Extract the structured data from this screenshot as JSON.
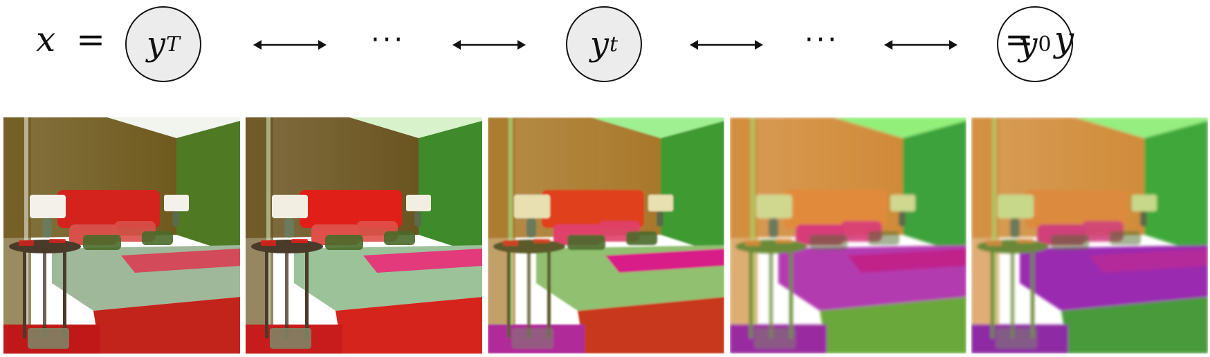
{
  "equation": {
    "left_var": "x",
    "left_eq": "=",
    "right_eq": "=",
    "right_var": "y"
  },
  "nodes": [
    {
      "base": "y",
      "sub": "T"
    },
    {
      "base": "y",
      "sub": "t"
    },
    {
      "base": "y",
      "sub": "0"
    }
  ],
  "ellipsis": "···",
  "panels": [
    {
      "stage": "photo",
      "wall": "#6f5a1e",
      "side_wall": "#4f7a23",
      "ceiling": "#f2f4ee",
      "headboard": "#d3231c",
      "bed": "#9fb89a",
      "bed_side": "#c2241c",
      "throw": "#d34a5a",
      "floor": "#c01818",
      "lamp": "#f4f0ea",
      "table": "#4a3a2a",
      "pillow": "#d8504a"
    },
    {
      "stage": "early",
      "wall": "#6a5420",
      "side_wall": "#3f8a2a",
      "ceiling": "#d8f3cc",
      "headboard": "#e02018",
      "bed": "#9cc29a",
      "bed_side": "#d4241c",
      "throw": "#e23a7a",
      "floor": "#c81b1b",
      "lamp": "#f2eee2",
      "table": "#4a3a2a",
      "pillow": "#e0504a"
    },
    {
      "stage": "mid",
      "wall": "#a8782a",
      "side_wall": "#3f9a33",
      "ceiling": "#9ef090",
      "headboard": "#e0401e",
      "bed": "#90c070",
      "bed_side": "#c8381e",
      "throw": "#d81e88",
      "floor": "#b02a9a",
      "lamp": "#e8e0b0",
      "table": "#5c5a2a",
      "pillow": "#e0406a"
    },
    {
      "stage": "late",
      "wall": "#d08a38",
      "side_wall": "#3ea23a",
      "ceiling": "#92f07a",
      "headboard": "#e28a3a",
      "bed": "#b23ab0",
      "bed_side": "#6aa83a",
      "throw": "#c0208a",
      "floor": "#9a2aa0",
      "lamp": "#d0d890",
      "table": "#6a8a38",
      "pillow": "#d83a7a"
    },
    {
      "stage": "final",
      "wall": "#d08c3a",
      "side_wall": "#40a83a",
      "ceiling": "#96ee80",
      "headboard": "#dc8a3c",
      "bed": "#9a2ab0",
      "bed_side": "#4a9a3a",
      "throw": "#b42a9a",
      "floor": "#8e2aa4",
      "lamp": "#c8d88a",
      "table": "#6a8838",
      "pillow": "#d0407a"
    }
  ]
}
